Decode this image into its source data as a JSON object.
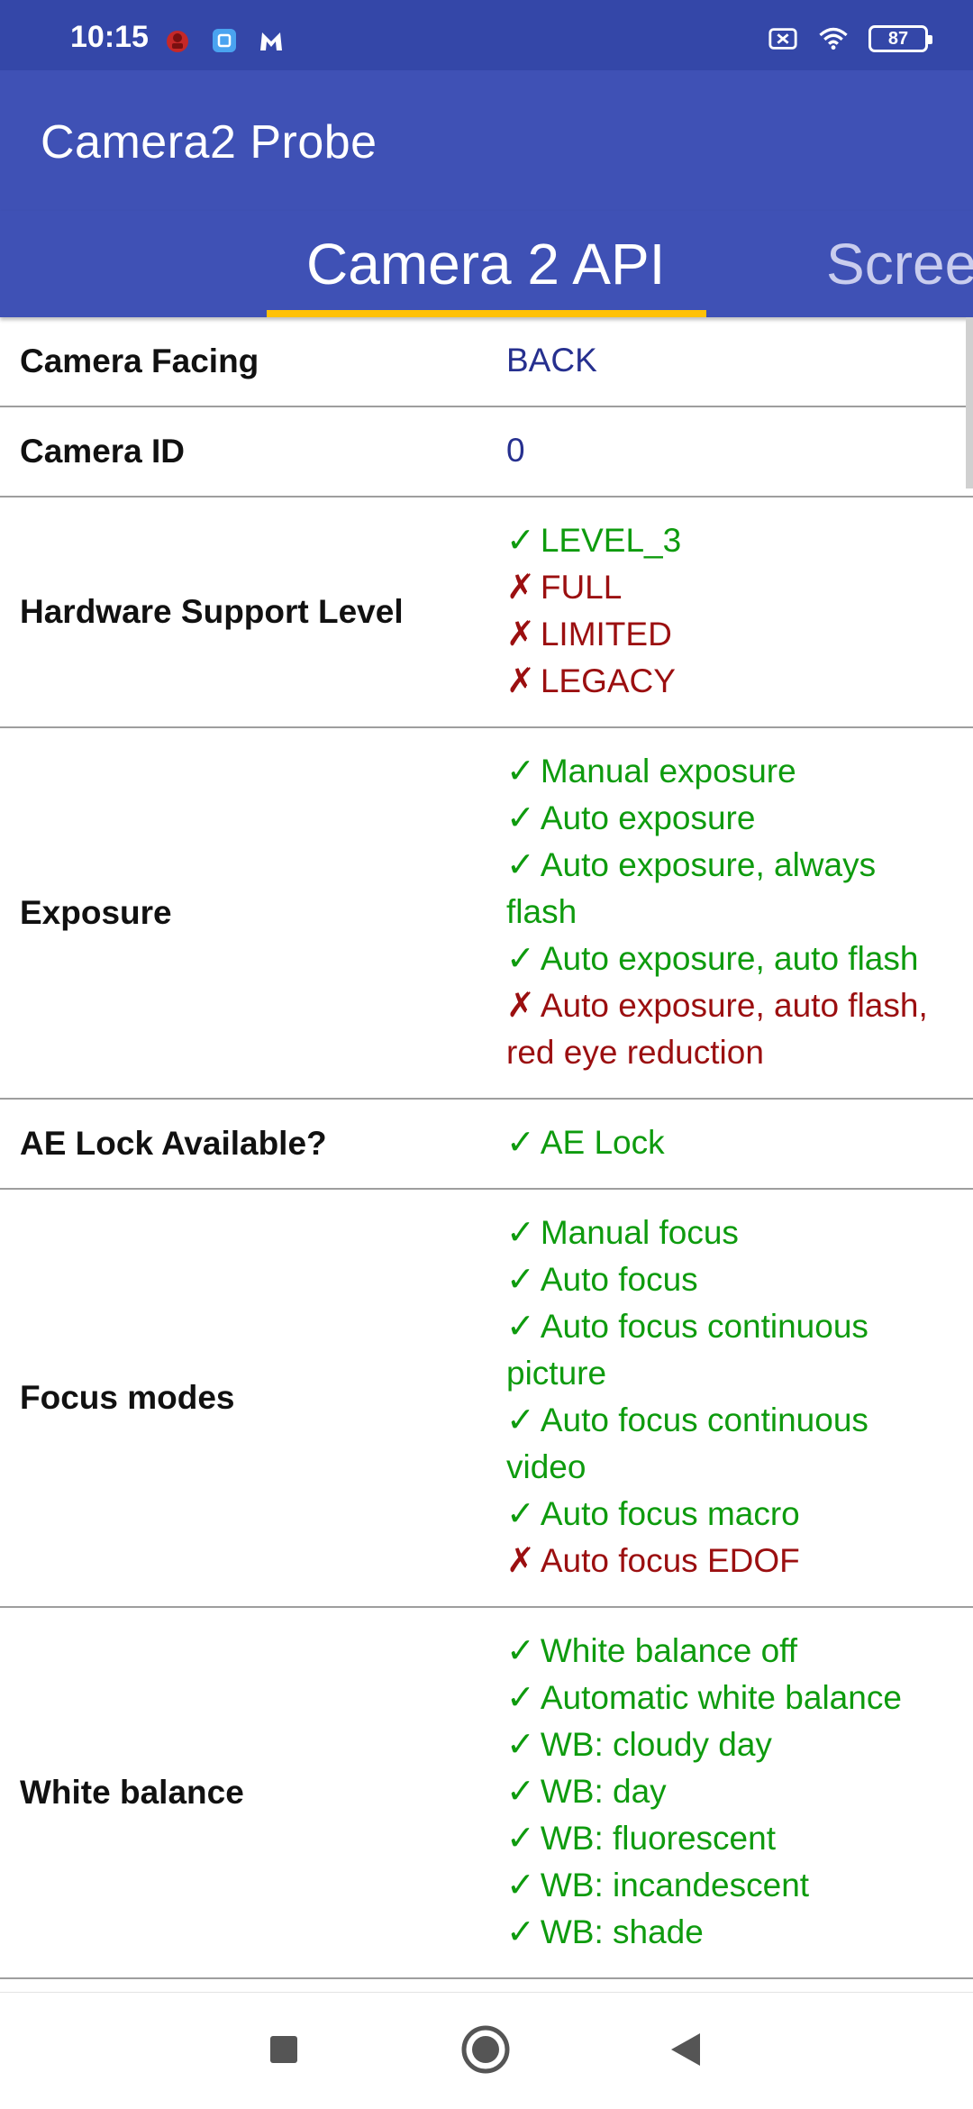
{
  "status_bar": {
    "time": "10:15",
    "battery": "87",
    "icons_left": [
      "bug-app-icon",
      "square-app-icon",
      "malwarebytes-icon"
    ],
    "icons_right": [
      "no-sim-icon",
      "wifi-icon",
      "battery-icon"
    ]
  },
  "app_bar": {
    "title": "Camera2 Probe"
  },
  "tabs": [
    {
      "label": "Camera 2 API",
      "active": true
    },
    {
      "label": "Scree",
      "active": false
    }
  ],
  "colors": {
    "status_bar": "#3447a8",
    "app_bar": "#3f51b5",
    "indicator": "#ffc107",
    "supported": "#0e9b0e",
    "unsupported": "#9b0f10",
    "plain_value": "#26308f"
  },
  "rows": [
    {
      "label": "Camera Facing",
      "values": [
        {
          "text": "BACK",
          "status": "plain"
        }
      ]
    },
    {
      "label": "Camera ID",
      "values": [
        {
          "text": "0",
          "status": "plain"
        }
      ]
    },
    {
      "label": "Hardware Support Level",
      "values": [
        {
          "text": "LEVEL_3",
          "status": "yes"
        },
        {
          "text": "FULL",
          "status": "no"
        },
        {
          "text": "LIMITED",
          "status": "no"
        },
        {
          "text": "LEGACY",
          "status": "no"
        }
      ]
    },
    {
      "label": "Exposure",
      "values": [
        {
          "text": "Manual exposure",
          "status": "yes"
        },
        {
          "text": "Auto exposure",
          "status": "yes"
        },
        {
          "text": "Auto exposure, always flash",
          "status": "yes"
        },
        {
          "text": "Auto exposure, auto flash",
          "status": "yes"
        },
        {
          "text": "Auto exposure, auto flash, red eye reduction",
          "status": "no"
        }
      ]
    },
    {
      "label": "AE Lock Available?",
      "values": [
        {
          "text": "AE Lock",
          "status": "yes"
        }
      ]
    },
    {
      "label": "Focus modes",
      "values": [
        {
          "text": "Manual focus",
          "status": "yes"
        },
        {
          "text": "Auto focus",
          "status": "yes"
        },
        {
          "text": "Auto focus continuous picture",
          "status": "yes"
        },
        {
          "text": "Auto focus continuous video",
          "status": "yes"
        },
        {
          "text": "Auto focus macro",
          "status": "yes"
        },
        {
          "text": "Auto focus EDOF",
          "status": "no"
        }
      ]
    },
    {
      "label": "White balance",
      "values": [
        {
          "text": "White balance off",
          "status": "yes"
        },
        {
          "text": "Automatic white balance",
          "status": "yes"
        },
        {
          "text": "WB: cloudy day",
          "status": "yes"
        },
        {
          "text": "WB: day",
          "status": "yes"
        },
        {
          "text": "WB: fluorescent",
          "status": "yes"
        },
        {
          "text": "WB: incandescent",
          "status": "yes"
        },
        {
          "text": "WB: shade",
          "status": "yes"
        }
      ]
    }
  ],
  "marks": {
    "yes": "✓",
    "no": "✗"
  },
  "nav_bar": {
    "buttons": [
      "recents-button",
      "home-button",
      "back-button"
    ]
  }
}
